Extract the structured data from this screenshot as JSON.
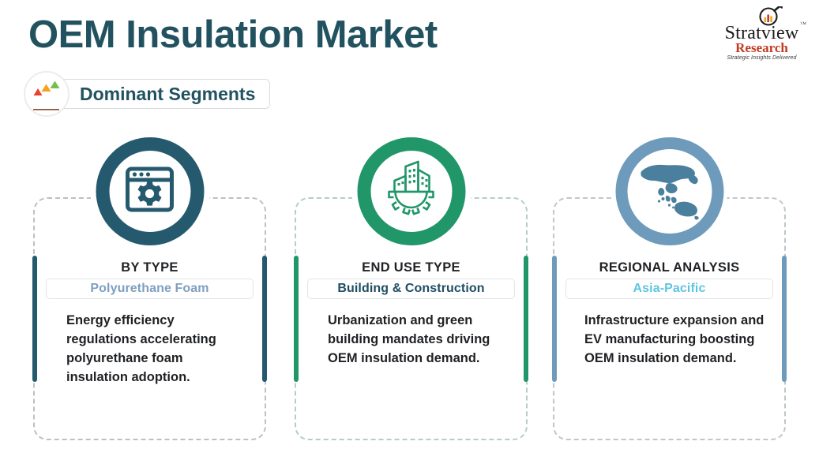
{
  "header": {
    "title": "OEM Insulation Market",
    "badge_label": "Dominant Segments",
    "badge_icon": "three-rising-arrows-icon"
  },
  "logo": {
    "name": "Stratview",
    "sub": "Research",
    "tagline": "Strategic Insights Delivered",
    "trademark": "™",
    "mark_icon": "magnifier-bar-chart-icon"
  },
  "colors": {
    "title": "#22525f",
    "card1_accent": "#255a6e",
    "card2_accent": "#219669",
    "card3_accent": "#6e9bbb",
    "chip1_text": "#7f9fc0",
    "chip2_text": "#1f4e63",
    "chip3_text": "#5ec5e0",
    "body_text": "#1f2124",
    "arrow_red": "#e8422e",
    "arrow_orange": "#f3a41c",
    "arrow_green": "#73bf4b"
  },
  "cards": [
    {
      "heading": "BY TYPE",
      "chip": "Polyurethane Foam",
      "body": "Energy efficiency regulations accelerating polyurethane foam insulation adoption.",
      "icon": "browser-window-gear-icon"
    },
    {
      "heading": "END USE TYPE",
      "chip": "Building & Construction",
      "body": "Urbanization and green building mandates driving OEM insulation demand.",
      "icon": "buildings-gear-icon"
    },
    {
      "heading": "REGIONAL ANALYSIS",
      "chip": "Asia-Pacific",
      "body": "Infrastructure expansion and EV manufacturing boosting OEM insulation demand.",
      "icon": "asia-pacific-map-icon"
    }
  ]
}
